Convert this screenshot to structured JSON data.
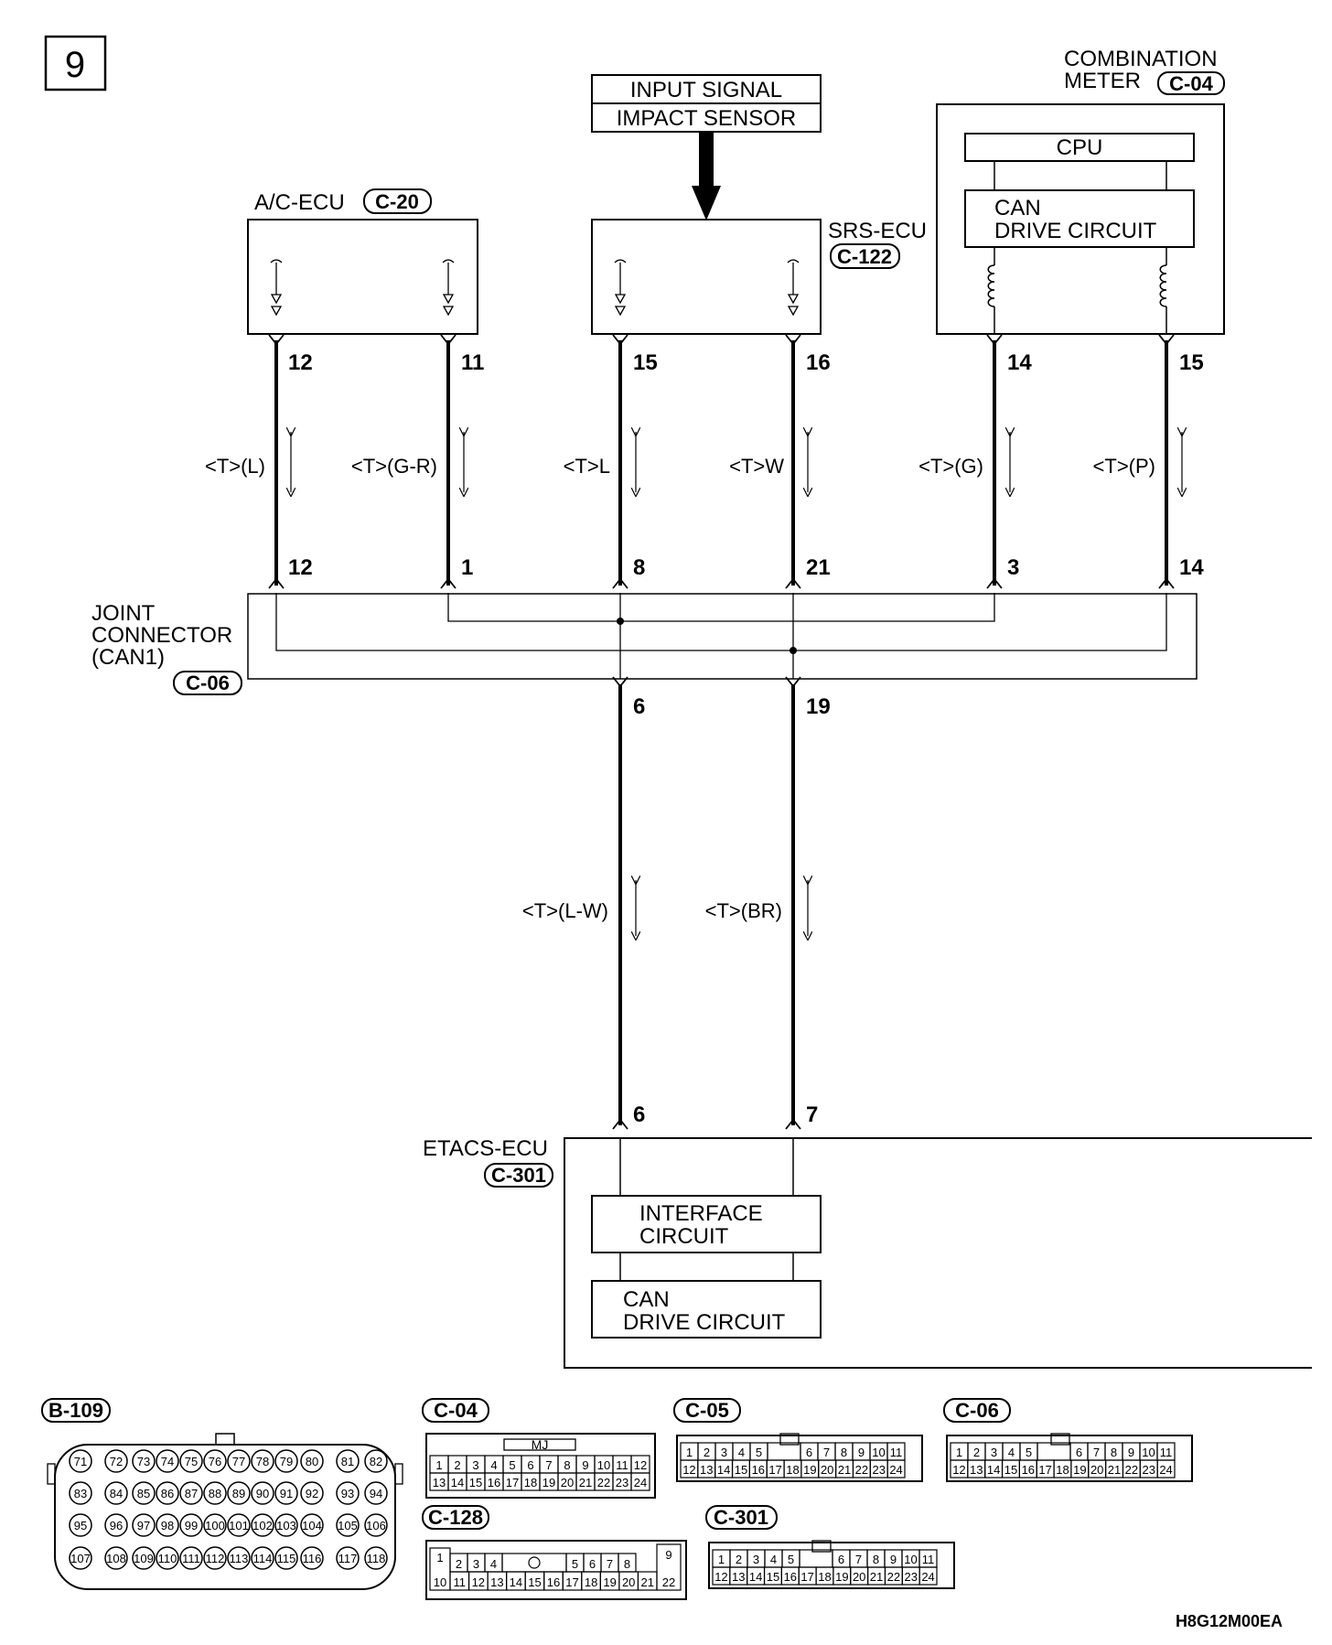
{
  "page_number": "9",
  "input_signal": {
    "line1": "INPUT SIGNAL",
    "line2": "IMPACT SENSOR"
  },
  "combination_meter": {
    "line1": "COMBINATION",
    "line2": "METER",
    "connector": "C-04",
    "cpu": "CPU",
    "can1": "CAN",
    "can2": "DRIVE CIRCUIT"
  },
  "ac_ecu": {
    "title": "A/C-ECU",
    "connector": "C-20"
  },
  "srs_ecu": {
    "title": "SRS-ECU",
    "connector": "C-122"
  },
  "top_pins": [
    "12",
    "11",
    "15",
    "16",
    "14",
    "15"
  ],
  "wire_labels": [
    "<T>(L)",
    "<T>(G-R)",
    "<T>L",
    "<T>W",
    "<T>(G)",
    "<T>(P)"
  ],
  "joint_top_pins": [
    "12",
    "1",
    "8",
    "21",
    "3",
    "14"
  ],
  "joint": {
    "line1": "JOINT",
    "line2": "CONNECTOR",
    "line3": "(CAN1)",
    "connector": "C-06"
  },
  "joint_bottom_pins": [
    "6",
    "19"
  ],
  "lower_wire_labels": [
    "<T>(L-W)",
    "<T>(BR)"
  ],
  "etacs_pins": [
    "6",
    "7"
  ],
  "etacs": {
    "title": "ETACS-ECU",
    "connector": "C-301",
    "iface1": "INTERFACE",
    "iface2": "CIRCUIT",
    "can1": "CAN",
    "can2": "DRIVE CIRCUIT"
  },
  "connector_views": {
    "b109": {
      "name": "B-109",
      "rows": [
        [
          "71",
          "72",
          "73",
          "74",
          "75",
          "76",
          "77",
          "78",
          "79",
          "80",
          "81",
          "82"
        ],
        [
          "83",
          "84",
          "85",
          "86",
          "87",
          "88",
          "89",
          "90",
          "91",
          "92",
          "93",
          "94"
        ],
        [
          "95",
          "96",
          "97",
          "98",
          "99",
          "100",
          "101",
          "102",
          "103",
          "104",
          "105",
          "106"
        ],
        [
          "107",
          "108",
          "109",
          "110",
          "111",
          "112",
          "113",
          "114",
          "115",
          "116",
          "117",
          "118"
        ]
      ]
    },
    "c04": {
      "name": "C-04",
      "tag": "MJ",
      "row1": [
        "1",
        "2",
        "3",
        "4",
        "5",
        "6",
        "7",
        "8",
        "9",
        "10",
        "11",
        "12"
      ],
      "row2": [
        "13",
        "14",
        "15",
        "16",
        "17",
        "18",
        "19",
        "20",
        "21",
        "22",
        "23",
        "24"
      ]
    },
    "c05": {
      "name": "C-05",
      "row1": [
        "1",
        "2",
        "3",
        "4",
        "5",
        "",
        "6",
        "7",
        "8",
        "9",
        "10",
        "11"
      ],
      "row2": [
        "12",
        "13",
        "14",
        "15",
        "16",
        "17",
        "18",
        "19",
        "20",
        "21",
        "22",
        "23",
        "24"
      ]
    },
    "c06": {
      "name": "C-06",
      "row1": [
        "1",
        "2",
        "3",
        "4",
        "5",
        "",
        "6",
        "7",
        "8",
        "9",
        "10",
        "11"
      ],
      "row2": [
        "12",
        "13",
        "14",
        "15",
        "16",
        "17",
        "18",
        "19",
        "20",
        "21",
        "22",
        "23",
        "24"
      ]
    },
    "c128": {
      "name": "C-128",
      "row1": [
        "1",
        "2",
        "3",
        "4",
        "",
        "5",
        "6",
        "7",
        "8",
        "9"
      ],
      "row2": [
        "10",
        "11",
        "12",
        "13",
        "14",
        "15",
        "16",
        "17",
        "18",
        "19",
        "20",
        "21",
        "22"
      ]
    },
    "c301": {
      "name": "C-301",
      "row1": [
        "1",
        "2",
        "3",
        "4",
        "5",
        "",
        "6",
        "7",
        "8",
        "9",
        "10",
        "11"
      ],
      "row2": [
        "12",
        "13",
        "14",
        "15",
        "16",
        "17",
        "18",
        "19",
        "20",
        "21",
        "22",
        "23",
        "24"
      ]
    }
  },
  "figure_code": "H8G12M00EA"
}
